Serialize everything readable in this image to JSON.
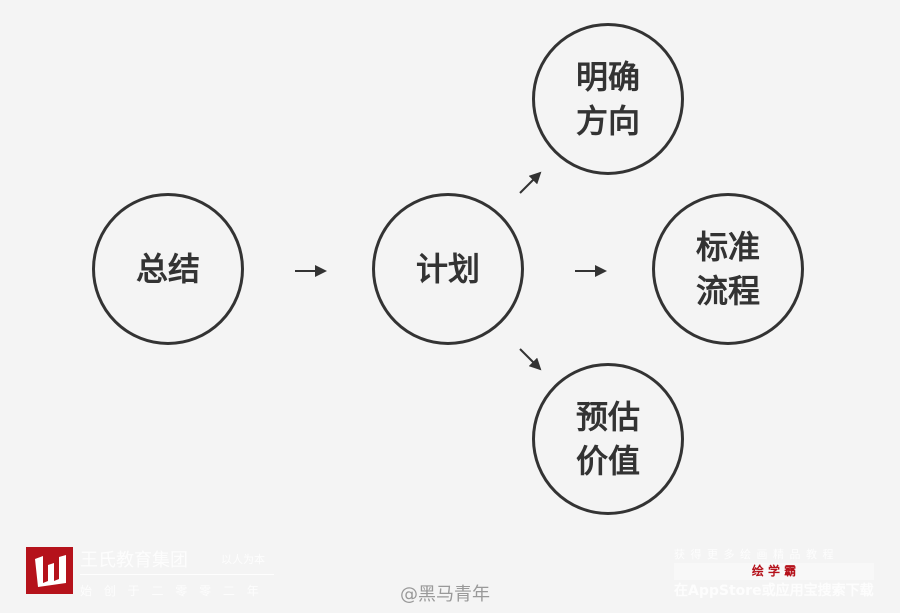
{
  "nodes": {
    "summary": {
      "line1": "总结"
    },
    "plan": {
      "line1": "计划"
    },
    "direction": {
      "line1": "明确",
      "line2": "方向"
    },
    "process": {
      "line1": "标准",
      "line2": "流程"
    },
    "value": {
      "line1": "预估",
      "line2": "价值"
    }
  },
  "watermark": {
    "org": "王氏教育集团",
    "motto": "以人为本",
    "founded": "始 创 于 二 零 零 二 年",
    "handle": "@黑马青年",
    "app_promo": "获 得 更 多 绘 画 精 品 教 程",
    "app_name": "绘 学 霸",
    "app_download": "在AppStore或应用宝搜索下载"
  }
}
